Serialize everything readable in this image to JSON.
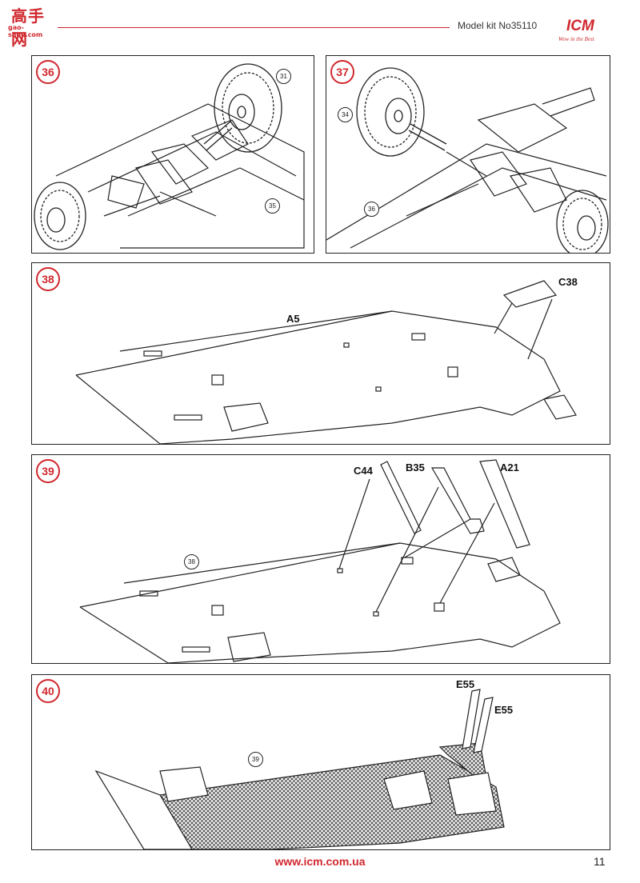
{
  "header": {
    "watermark_text": "高手网",
    "watermark_url": "gao-shou.com",
    "model_kit": "Model kit No35110",
    "logo": "ICM",
    "logo_tagline": "Wow in the Best"
  },
  "steps": [
    {
      "number": "36",
      "refs": [
        "31",
        "35"
      ]
    },
    {
      "number": "37",
      "refs": [
        "34",
        "36"
      ]
    },
    {
      "number": "38",
      "parts": [
        "A5",
        "C38"
      ]
    },
    {
      "number": "39",
      "parts": [
        "C44",
        "B35",
        "A21"
      ],
      "refs": [
        "38"
      ]
    },
    {
      "number": "40",
      "parts": [
        "E55",
        "E55"
      ],
      "refs": [
        "39"
      ]
    }
  ],
  "footer": {
    "url": "www.icm.com.ua",
    "page_number": "11"
  }
}
